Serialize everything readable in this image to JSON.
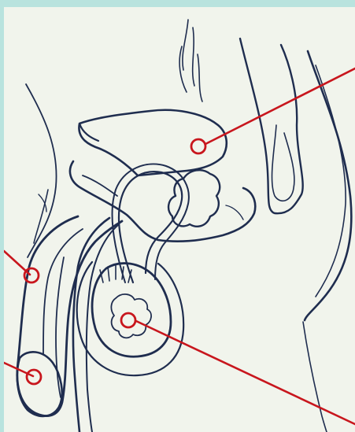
{
  "diagram": {
    "palette": {
      "background": "#f1f4ec",
      "frame": "#b9e3de",
      "ink": "#1f2d4f",
      "leader": "#c8161d"
    },
    "markers": [
      {
        "name": "marker-upper-right",
        "icon": "circle-marker-icon"
      },
      {
        "name": "marker-left-middle",
        "icon": "circle-marker-icon"
      },
      {
        "name": "marker-left-bottom",
        "icon": "circle-marker-icon"
      },
      {
        "name": "marker-center-lower",
        "icon": "circle-marker-icon"
      }
    ]
  }
}
